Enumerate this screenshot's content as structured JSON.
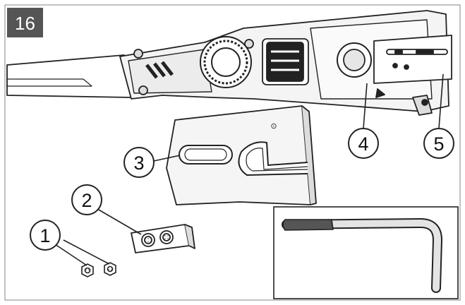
{
  "figure": {
    "step_number": "16",
    "callouts": [
      "1",
      "2",
      "3",
      "4",
      "5"
    ],
    "part_marking": "⊙"
  }
}
